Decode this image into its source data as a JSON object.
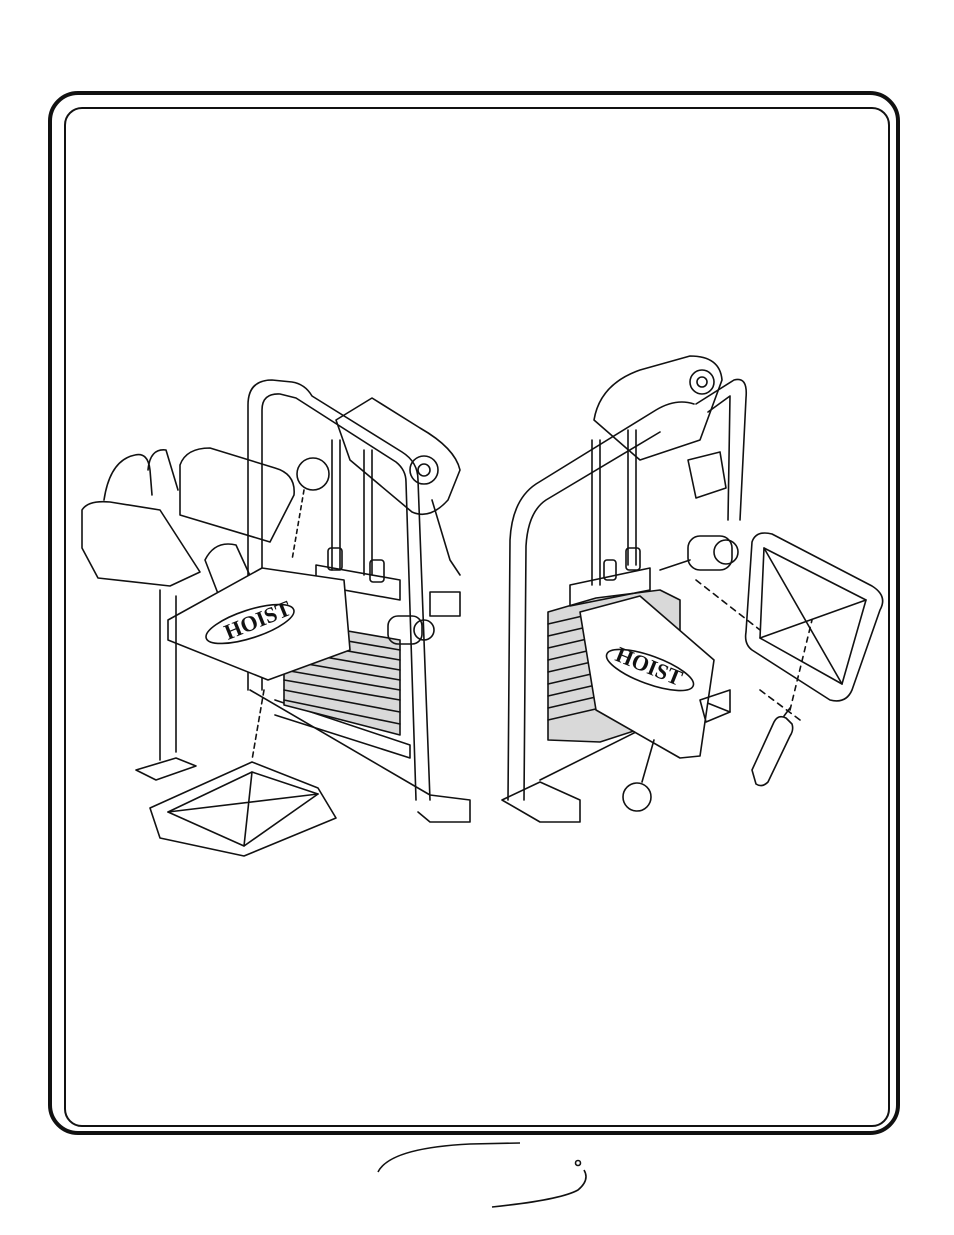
{
  "brand": {
    "logo_text": "HOIST"
  },
  "figure": {
    "left_machine": {
      "pad_logo": "HOIST"
    },
    "right_machine": {
      "pad_logo": "HOIST"
    }
  },
  "colors": {
    "line": "#111111",
    "background": "#ffffff",
    "weight_stack": "#d9d9d9"
  }
}
